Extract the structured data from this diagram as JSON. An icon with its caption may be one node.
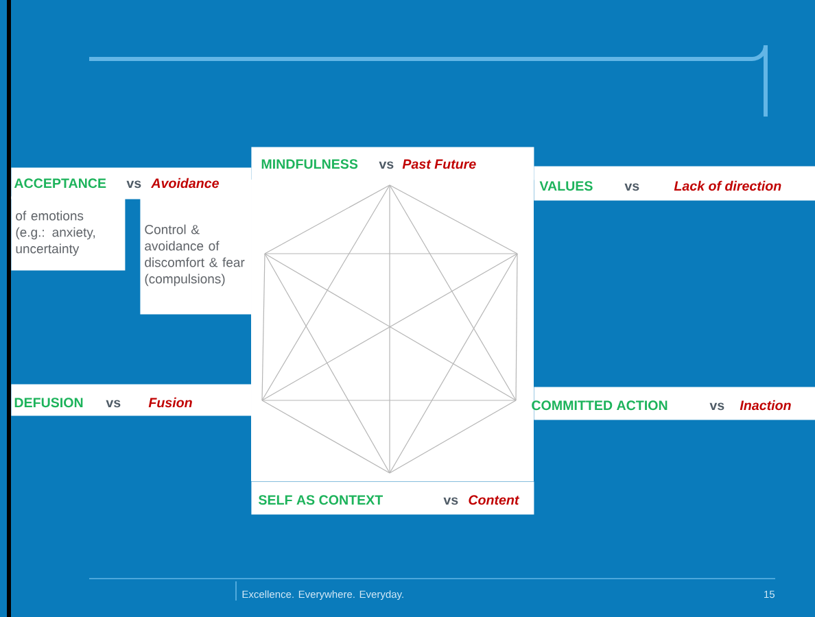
{
  "diagram": {
    "nodes": [
      {
        "text": [
          "MINDFULNESS",
          "vs",
          "Past Future"
        ]
      },
      {
        "text": [
          "ACCEPTANCE",
          "vs",
          "Avoidance"
        ]
      },
      {
        "text": [
          "VALUES",
          "vs",
          "Lack of direction"
        ]
      },
      {
        "text": [
          "of emotions (e.g.: anxiety, uncertainty"
        ]
      },
      {
        "text": [
          "Control & avoidance of discomfort & fear (compulsions)"
        ]
      },
      {
        "text": [
          "DEFUSION",
          "vs",
          "Fusion"
        ]
      },
      {
        "text": [
          "COMMITTED ACTION",
          "vs",
          "Inaction"
        ]
      },
      {
        "text": [
          "SELF AS CONTEXT",
          "vs",
          "Content"
        ]
      }
    ],
    "labels": [
      "Excellence. Everywhere. Everyday.",
      "15"
    ]
  }
}
